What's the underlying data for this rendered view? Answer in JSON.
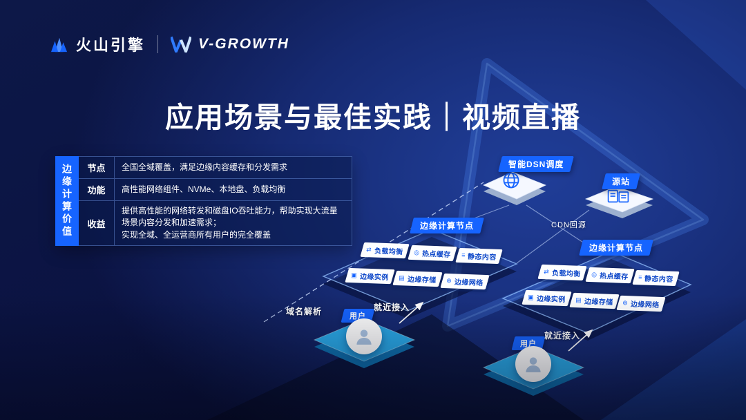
{
  "colors": {
    "accent": "#1664ff",
    "user_platform": "#2aa9e8",
    "background_dark": "#0a1240",
    "background_glow": "#1d3a94"
  },
  "header": {
    "brand_left": "火山引擎",
    "brand_right": "V-GROWTH"
  },
  "title": "应用场景与最佳实践｜视频直播",
  "value_table": {
    "vertical_label": "边缘计算价值",
    "rows": [
      {
        "label": "节点",
        "text": "全国全域覆盖，满足边缘内容缓存和分发需求"
      },
      {
        "label": "功能",
        "text": "高性能网络组件、NVMe、本地盘、负载均衡"
      },
      {
        "label": "收益",
        "text": "提供高性能的网络转发和磁盘IO吞吐能力，帮助实现大流量场景内容分发和加速需求；\n实现全域、全运营商所有用户的完全覆盖"
      }
    ]
  },
  "diagram": {
    "dsn_label": "智能DSN调度",
    "origin_label": "源站",
    "cdn_back_to_origin_label": "CDN回源",
    "domain_resolution_label": "域名解析",
    "nearby_access_label": "就近接入",
    "user_label": "用户",
    "edge_nodes": [
      {
        "title": "边缘计算节点",
        "modules": [
          {
            "label": "负载均衡",
            "glyph": "⇄"
          },
          {
            "label": "热点缓存",
            "glyph": "◎"
          },
          {
            "label": "静态内容",
            "glyph": "≡"
          },
          {
            "label": "边缘实例",
            "glyph": "▣"
          },
          {
            "label": "边缘存储",
            "glyph": "▤"
          },
          {
            "label": "边缘网络",
            "glyph": "⊛"
          }
        ]
      },
      {
        "title": "边缘计算节点",
        "modules": [
          {
            "label": "负载均衡",
            "glyph": "⇄"
          },
          {
            "label": "热点缓存",
            "glyph": "◎"
          },
          {
            "label": "静态内容",
            "glyph": "≡"
          },
          {
            "label": "边缘实例",
            "glyph": "▣"
          },
          {
            "label": "边缘存储",
            "glyph": "▤"
          },
          {
            "label": "边缘网络",
            "glyph": "⊛"
          }
        ]
      }
    ]
  }
}
